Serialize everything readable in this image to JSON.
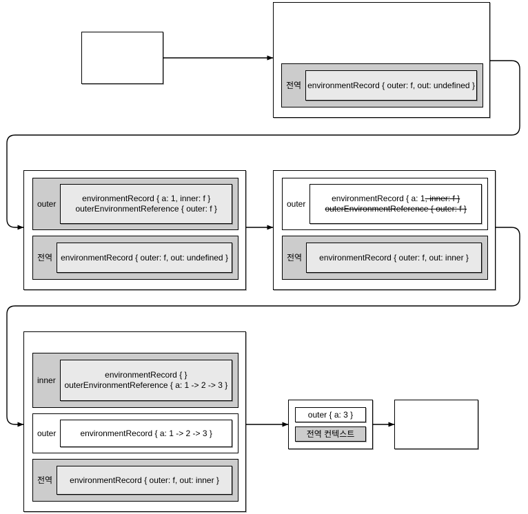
{
  "diagram": {
    "title": "JavaScript execution context / scope chain diagram",
    "colors": {
      "active_scope_bg": "#cccccc",
      "inactive_scope_bg": "#ffffff",
      "record_active_bg": "#e9e9e9",
      "record_inactive_bg": "#ffffff",
      "stroke": "#000000",
      "canvas_bg": "#ffffff"
    },
    "labels": {
      "global": "전역",
      "outer": "outer",
      "inner": "inner"
    },
    "steps": [
      {
        "id": "step-1-empty",
        "kind": "empty-box",
        "text": ""
      },
      {
        "id": "step-2-global-created",
        "kind": "scope-stack",
        "rows": [
          {
            "label": "전역",
            "state": "active",
            "lines": [
              "environmentRecord { outer: f, out: undefined }"
            ]
          }
        ]
      },
      {
        "id": "step-3-outer-pushed",
        "kind": "scope-stack",
        "rows": [
          {
            "label": "outer",
            "state": "active",
            "lines": [
              "environmentRecord { a: 1, inner: f }",
              "outerEnvironmentReference { outer: f }"
            ]
          },
          {
            "label": "전역",
            "state": "active",
            "lines": [
              "environmentRecord { outer: f, out: undefined }"
            ]
          }
        ]
      },
      {
        "id": "step-4-outer-popped",
        "kind": "scope-stack",
        "rows": [
          {
            "label": "outer",
            "state": "inactive",
            "lines": [
              "environmentRecord { a: 1, inner: f }",
              "outerEnvironmentReference { outer: f }"
            ],
            "strikethrough": {
              "line_0_prefix": "environmentRecord { a: 1",
              "line_0_struck": ", inner: f }",
              "line_1_struck": "outerEnvironmentReference { outer: f }"
            }
          },
          {
            "label": "전역",
            "state": "active",
            "lines": [
              "environmentRecord { outer: f, out: inner }"
            ]
          }
        ]
      },
      {
        "id": "step-5-inner-pushed",
        "kind": "scope-stack",
        "rows": [
          {
            "label": "inner",
            "state": "active",
            "lines": [
              "environmentRecord { }",
              "outerEnvironmentReference { a: 1 -> 2 -> 3 }"
            ]
          },
          {
            "label": "outer",
            "state": "inactive",
            "lines": [
              "environmentRecord { a: 1 -> 2 -> 3 }"
            ]
          },
          {
            "label": "전역",
            "state": "active",
            "lines": [
              "environmentRecord { outer: f, out: inner }"
            ]
          }
        ]
      },
      {
        "id": "step-6-context-stack",
        "kind": "context-stack",
        "items": [
          {
            "text": "outer { a: 3 }",
            "state": "inactive"
          },
          {
            "text": "전역 컨텍스트",
            "state": "active"
          }
        ]
      },
      {
        "id": "step-7-empty",
        "kind": "empty-box",
        "text": ""
      }
    ]
  }
}
